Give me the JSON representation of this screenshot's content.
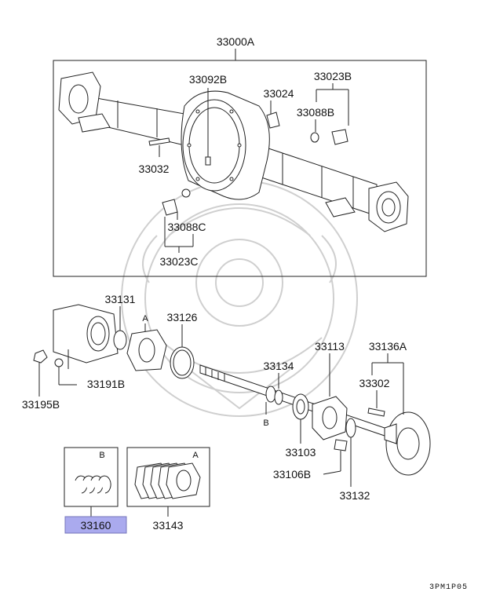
{
  "labels": {
    "axle_housing_assembly": "33000A",
    "breather_plug": "33092B",
    "vent_fitting": "33024",
    "drain_plug_set": "33023B",
    "drain_plug_gasket": "33088B",
    "stud_bolt": "33032",
    "filler_plug_gasket": "33088C",
    "filler_plug_set": "33023C",
    "oil_seal": "33131",
    "gasket_a_marker": "A",
    "o_ring": "33126",
    "nut": "33195B",
    "lock_washer": "33191B",
    "bearing_retainer": "33113",
    "axle_shaft_assembly": "33136A",
    "oil_seal_inner": "33134",
    "b_marker_shaft": "B",
    "hub_bolt": "33302",
    "bearing": "33103",
    "bolt": "33106B",
    "axle_shaft": "33132",
    "snap_ring_kit": "33160",
    "snap_ring_box_marker": "B",
    "shim_kit": "33143",
    "shim_box_marker": "A",
    "diagram_code": "3PM1P05"
  },
  "highlight_color": "#aaaaee"
}
